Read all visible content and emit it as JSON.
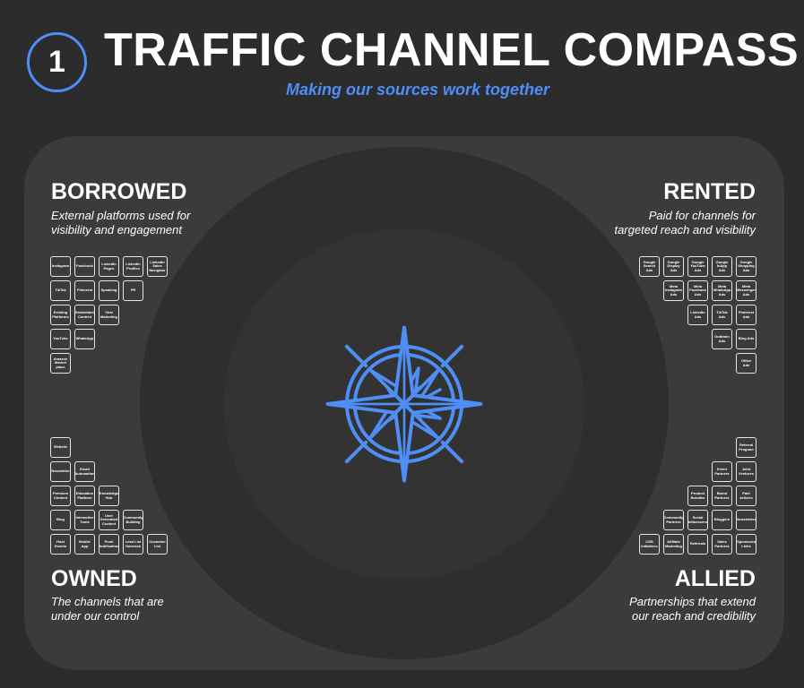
{
  "header": {
    "number": "1",
    "title": "TRAFFIC CHANNEL COMPASS",
    "subtitle": "Making our sources work together"
  },
  "colors": {
    "accent": "#4f8ef5",
    "background": "#2c2c2c",
    "panel": "#3b3b3b"
  },
  "icons": {
    "center": "compass-rose-icon"
  },
  "quadrants": [
    {
      "key": "borrowed",
      "title": "BORROWED",
      "description": [
        "External platforms used for",
        "visibility and engagement"
      ],
      "rows": [
        [
          "Instagram",
          "Facebook",
          "LinkedIn Pages",
          "LinkedIn Profiles",
          "LinkedIn Sales Navigator"
        ],
        [
          "TikTok",
          "Pinterest",
          "Speaking",
          "PR"
        ],
        [
          "Existing Platforms",
          "Embedded Content",
          "Viral Marketing"
        ],
        [
          "YouTube",
          "WhatsApp"
        ],
        [
          "Amazon Market place"
        ]
      ]
    },
    {
      "key": "rented",
      "title": "RENTED",
      "description": [
        "Paid for channels for",
        "targeted reach and visibility"
      ],
      "rows": [
        [
          "Google Search Ads",
          "Google Display Ads",
          "Google YouTube Ads",
          "Google InApp Ads",
          "Google Shopping Ads"
        ],
        [
          "Meta Instagram Ads",
          "Meta Facebook Ads",
          "Meta WhatsApp Ads",
          "Meta Messenger Ads"
        ],
        [
          "LinkedIn Ads",
          "TikTok Ads",
          "Pinterest Ads"
        ],
        [
          "Outbrain Ads",
          "Bing Ads"
        ],
        [
          "Office Ads"
        ]
      ]
    },
    {
      "key": "owned",
      "title": "OWNED",
      "description": [
        "The channels that are",
        "under our control"
      ],
      "rows": [
        [
          "Website"
        ],
        [
          "Newsletter",
          "Email Automation"
        ],
        [
          "Premium Content",
          "Education Platform",
          "Knowledge Hub"
        ],
        [
          "Blog",
          "Interactive Tools",
          "User Generated Content",
          "Community Building"
        ],
        [
          "Host Events",
          "Mobile App",
          "Push Notification",
          "Lead List Outreach",
          "Customer List"
        ]
      ]
    },
    {
      "key": "allied",
      "title": "ALLIED",
      "description": [
        "Partnerships that extend",
        "our reach and credibility"
      ],
      "rows": [
        [
          "Referral Program"
        ],
        [
          "Event Partners",
          "Joint Ventures"
        ],
        [
          "Product Bundles",
          "Brand Partners",
          "Paid Articles"
        ],
        [
          "Community Partners",
          "Social Influencers",
          "Bloggers",
          "Newsletters"
        ],
        [
          "CSR Initiatives",
          "Affiliate Marketing",
          "Referrals",
          "Sales Partners",
          "Sponsored Links"
        ]
      ]
    }
  ]
}
